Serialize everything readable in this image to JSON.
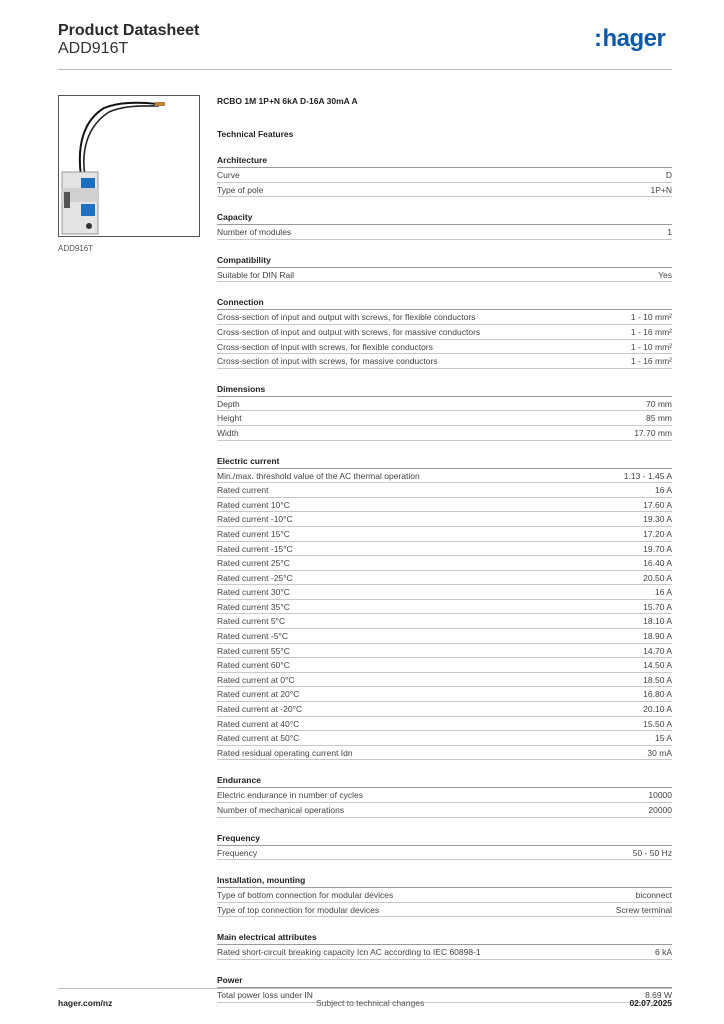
{
  "header": {
    "title": "Product Datasheet",
    "subtitle": "ADD916T",
    "logo": "hager"
  },
  "photo": {
    "caption": "ADD916T"
  },
  "product_name": "RCBO 1M 1P+N 6kA D-16A 30mA A",
  "section_title": "Technical Features",
  "groups": [
    {
      "title": "Architecture",
      "rows": [
        [
          "Curve",
          "D"
        ],
        [
          "Type of pole",
          "1P+N"
        ]
      ]
    },
    {
      "title": "Capacity",
      "rows": [
        [
          "Number of modules",
          "1"
        ]
      ]
    },
    {
      "title": "Compatibility",
      "rows": [
        [
          "Suitable for DIN Rail",
          "Yes"
        ]
      ]
    },
    {
      "title": "Connection",
      "rows": [
        [
          "Cross-section of input and output with screws, for flexible conductors",
          "1 - 10 mm²"
        ],
        [
          "Cross-section of input and output with screws, for massive conductors",
          "1 - 16 mm²"
        ],
        [
          "Cross-section of input with screws, for flexible conductors",
          "1 - 10 mm²"
        ],
        [
          "Cross-section of input with screws, for massive conductors",
          "1 - 16 mm²"
        ]
      ]
    },
    {
      "title": "Dimensions",
      "rows": [
        [
          "Depth",
          "70 mm"
        ],
        [
          "Height",
          "85 mm"
        ],
        [
          "Width",
          "17.70 mm"
        ]
      ]
    },
    {
      "title": "Electric current",
      "rows": [
        [
          "Min./max. threshold value of the AC thermal operation",
          "1.13 - 1.45 A"
        ],
        [
          "Rated current",
          "16 A"
        ],
        [
          "Rated current 10°C",
          "17.60 A"
        ],
        [
          "Rated current -10°C",
          "19.30 A"
        ],
        [
          "Rated current 15°C",
          "17.20 A"
        ],
        [
          "Rated current -15°C",
          "19.70 A"
        ],
        [
          "Rated current 25°C",
          "16.40 A"
        ],
        [
          "Rated current -25°C",
          "20.50 A"
        ],
        [
          "Rated current 30°C",
          "16 A"
        ],
        [
          "Rated current 35°C",
          "15.70 A"
        ],
        [
          "Rated current 5°C",
          "18.10 A"
        ],
        [
          "Rated current -5°C",
          "18.90 A"
        ],
        [
          "Rated current 55°C",
          "14.70 A"
        ],
        [
          "Rated current 60°C",
          "14.50 A"
        ],
        [
          "Rated current at 0°C",
          "18.50 A"
        ],
        [
          "Rated current at 20°C",
          "16.80 A"
        ],
        [
          "Rated current at -20°C",
          "20.10 A"
        ],
        [
          "Rated current at 40°C",
          "15.50 A"
        ],
        [
          "Rated current at 50°C",
          "15 A"
        ],
        [
          "Rated residual operating current Idn",
          "30 mA"
        ]
      ]
    },
    {
      "title": "Endurance",
      "rows": [
        [
          "Electric endurance in number of cycles",
          "10000"
        ],
        [
          "Number of mechanical operations",
          "20000"
        ]
      ]
    },
    {
      "title": "Frequency",
      "rows": [
        [
          "Frequency",
          "50 - 50 Hz"
        ]
      ]
    },
    {
      "title": "Installation, mounting",
      "rows": [
        [
          "Type of bottom connection for modular devices",
          "biconnect"
        ],
        [
          "Type of top connection for modular devices",
          "Screw terminal"
        ]
      ]
    },
    {
      "title": "Main electrical attributes",
      "rows": [
        [
          "Rated short-circuit breaking capacity Icn AC according to IEC 60898-1",
          "6 kA"
        ]
      ]
    },
    {
      "title": "Power",
      "rows": [
        [
          "Total power loss under IN",
          "8.69 W"
        ]
      ]
    }
  ],
  "footer": {
    "left": "hager.com/nz",
    "center": "Subject to technical changes",
    "right": "02.07.2025"
  },
  "colors": {
    "brand": "#0a5aa8",
    "device_blue": "#1f6fc0"
  }
}
